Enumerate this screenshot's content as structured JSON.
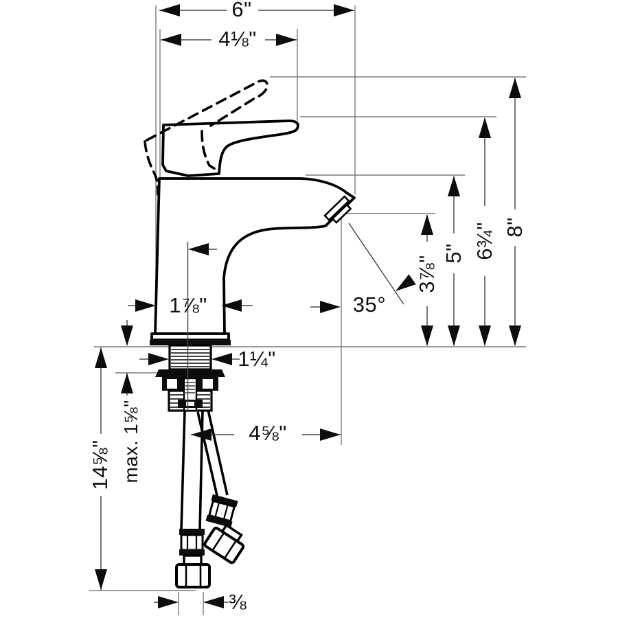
{
  "figure": {
    "type": "technical-dimension-drawing",
    "subject": "single-hole bathroom faucet side view with mounting shank and supply hoses"
  },
  "dims": {
    "overall_width": "6\"",
    "handle_reach": "4⅛\"",
    "overall_height": "8\"",
    "handle_tip_height": "6¾\"",
    "spout_top_height": "5\"",
    "aerator_height": "3⅞\"",
    "spray_angle": "35°",
    "body_width": "1⅞\"",
    "shank_width": "1¼\"",
    "aerator_reach": "4⅝\"",
    "max_deck_thickness": "max. 1⅝\"",
    "hose_length": "14⅝\"",
    "connection_size": "⅜"
  }
}
